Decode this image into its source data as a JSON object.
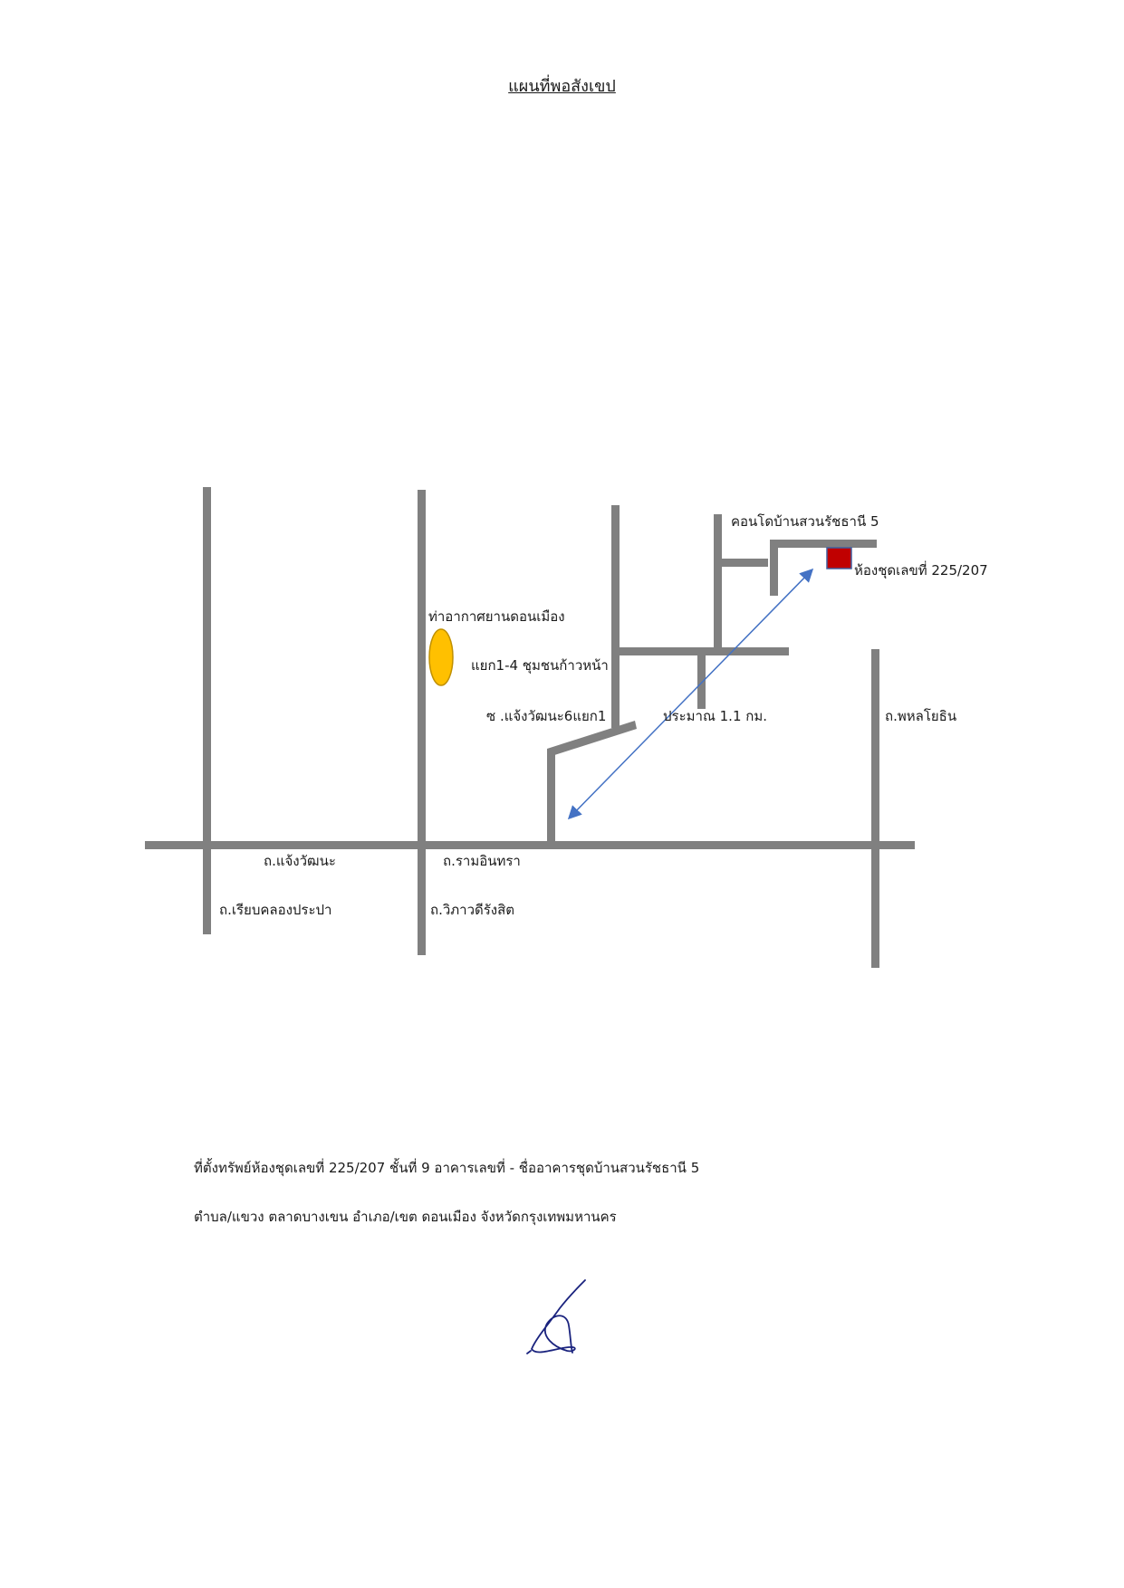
{
  "title": "แผนที่พอสังเขป",
  "map": {
    "landmarks": {
      "airport": "ท่าอากาศยานดอนเมือง",
      "condo": "คอนโดบ้านสวนรัชธานี 5",
      "unit": "ห้องชุดเลขที่ 225/207"
    },
    "roads": {
      "chaengwattana_road": "ถ.แจ้งวัฒนะ",
      "ramintra_road": "ถ.รามอินทรา",
      "riab_khlong_prapa": "ถ.เรียบคลองประปา",
      "vibhavadi_road": "ถ.วิภาวดีรังสิต",
      "phahonyothin_road": "ถ.พหลโยธิน",
      "soi_chaengwattana": "ซ .แจ้งวัฒนะ6แยก1",
      "yaek_community": "แยก1-4 ชุมชนก้าวหน้า"
    },
    "distance": "ประมาณ 1.1 กม.",
    "colors": {
      "road": "#808080",
      "airport_fill": "#FFC000",
      "airport_stroke": "#C09000",
      "unit_fill": "#C00000",
      "unit_stroke": "#4060A0",
      "arrow": "#4472C4",
      "signature": "#1a237e"
    }
  },
  "address": {
    "line1": "ที่ตั้งทรัพย์ห้องชุดเลขที่ 225/207  ชั้นที่ 9  อาคารเลขที่  -  ชื่ออาคารชุดบ้านสวนรัชธานี 5",
    "line2": "ตำบล/แขวง ตลาดบางเขน  อำเภอ/เขต ดอนเมือง จังหวัดกรุงเทพมหานคร"
  }
}
